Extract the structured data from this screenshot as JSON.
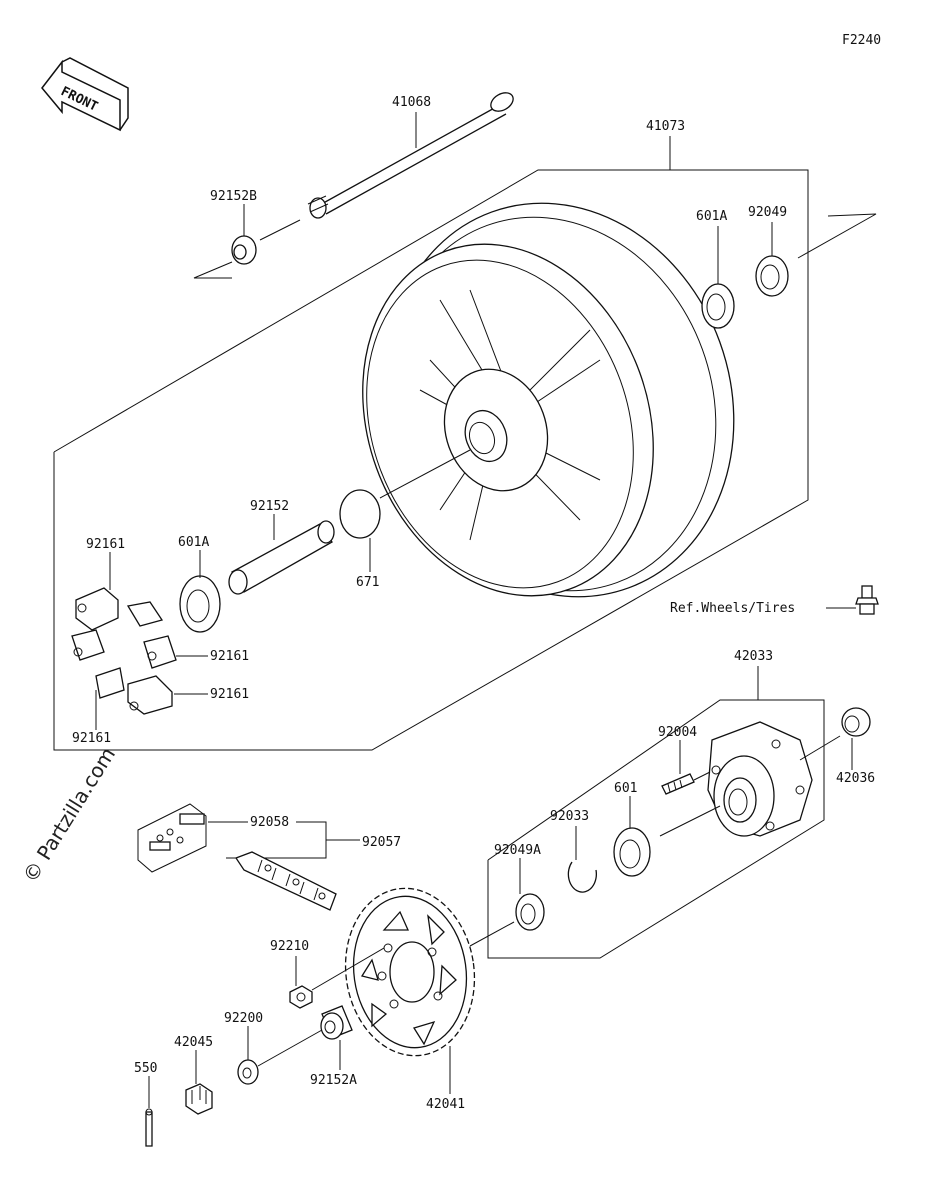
{
  "figure_code": "F2240",
  "front_label": "FRONT",
  "watermark": "© Partzilla.com",
  "ref_note": "Ref.Wheels/Tires",
  "labels": {
    "p41068": "41068",
    "p41073": "41073",
    "p92152B": "92152B",
    "p92049": "92049",
    "p601A_top": "601A",
    "p92152": "92152",
    "p601A_left": "601A",
    "p671": "671",
    "p92161_a": "92161",
    "p92161_b": "92161",
    "p92161_c": "92161",
    "p92161_d": "92161",
    "p42033": "42033",
    "p92004": "92004",
    "p42036": "42036",
    "p92058": "92058",
    "p92057": "92057",
    "p92033": "92033",
    "p601": "601",
    "p92049A": "92049A",
    "p92210": "92210",
    "p92200": "92200",
    "p42045": "42045",
    "p550": "550",
    "p92152A": "92152A",
    "p42041": "42041"
  },
  "icons": [
    "front-arrow-icon",
    "axle-icon",
    "wheel-icon",
    "bearing-icon",
    "seal-icon",
    "damper-icon",
    "sprocket-icon",
    "chain-icon",
    "nut-icon",
    "valve-icon"
  ]
}
